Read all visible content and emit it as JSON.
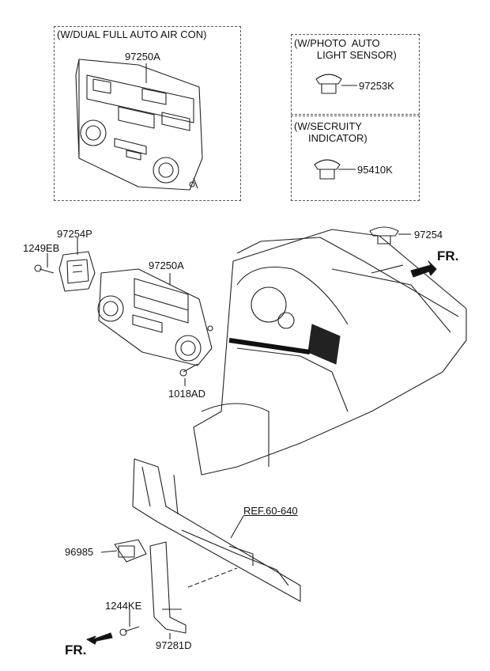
{
  "boxes": {
    "dual_auto": {
      "caption": "(W/DUAL FULL AUTO AIR CON)"
    },
    "photo_sensor": {
      "caption": "(W/PHOTO  AUTO\n        LIGHT SENSOR)"
    },
    "security": {
      "caption": "(W/SECRUITY\n     INDICATOR)"
    }
  },
  "parts": {
    "p97250A_top": "97250A",
    "p97253K": "97253K",
    "p95410K": "95410K",
    "p97254P": "97254P",
    "p1249EB": "1249EB",
    "p97250A_mid": "97250A",
    "p1018AD": "1018AD",
    "p97254": "97254",
    "p96985": "96985",
    "p1244KE": "1244KE",
    "p97281D": "97281D"
  },
  "ref": "REF.60-640",
  "fr_right": "FR.",
  "fr_left": "FR."
}
